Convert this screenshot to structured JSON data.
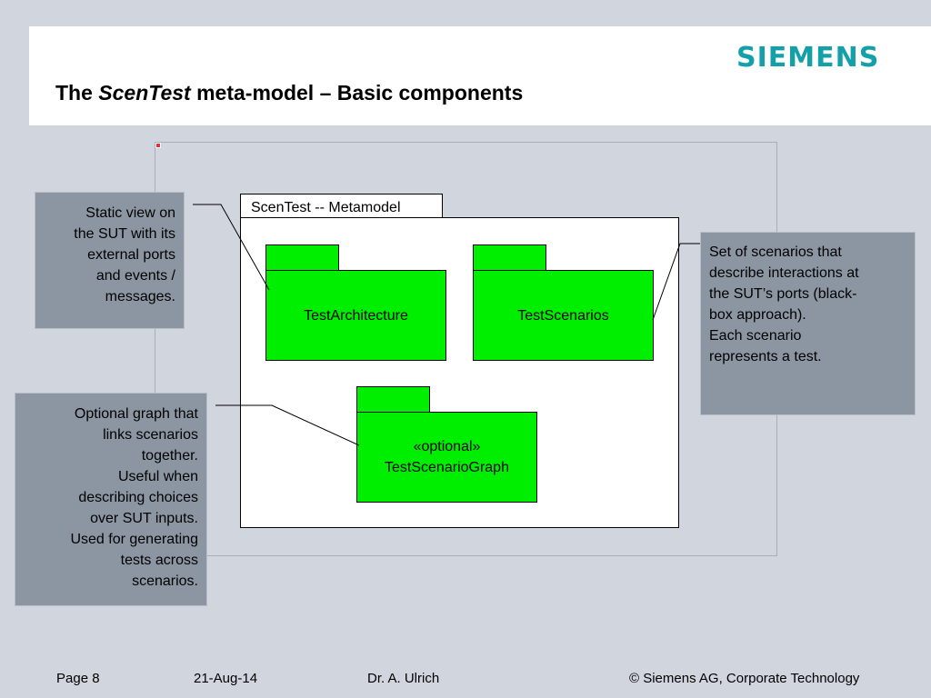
{
  "header": {
    "logo": "SIEMENS",
    "title_prefix": "The ",
    "title_italic": "ScenTest",
    "title_suffix": " meta-model – Basic components"
  },
  "colors": {
    "package_fill": "#00ee00",
    "note_fill": "#8c96a2",
    "background": "#d1d5de",
    "logo": "#13a0a8"
  },
  "diagram": {
    "package_title": "ScenTest -- Metamodel",
    "packages": [
      {
        "id": "test-architecture",
        "lines": [
          "TestArchitecture"
        ]
      },
      {
        "id": "test-scenarios",
        "lines": [
          "TestScenarios"
        ]
      },
      {
        "id": "test-scenario-graph",
        "lines": [
          "«optional»",
          "TestScenarioGraph"
        ]
      }
    ]
  },
  "notes": {
    "architecture": [
      "Static view on",
      "the SUT with its",
      "external ports",
      "and events /",
      "messages."
    ],
    "scenarios": [
      "Set of scenarios that",
      "describe interactions at",
      "the SUT’s ports (black-",
      "box approach).",
      "Each scenario",
      "represents a test."
    ],
    "graph": [
      "Optional graph that",
      "links scenarios",
      "together.",
      "Useful when",
      "describing choices",
      "over SUT inputs.",
      "Used for generating",
      "tests across",
      "scenarios."
    ]
  },
  "footer": {
    "page": "Page 8",
    "date": "21-Aug-14",
    "author": "Dr. A. Ulrich",
    "copyright": "© Siemens AG, Corporate Technology"
  }
}
